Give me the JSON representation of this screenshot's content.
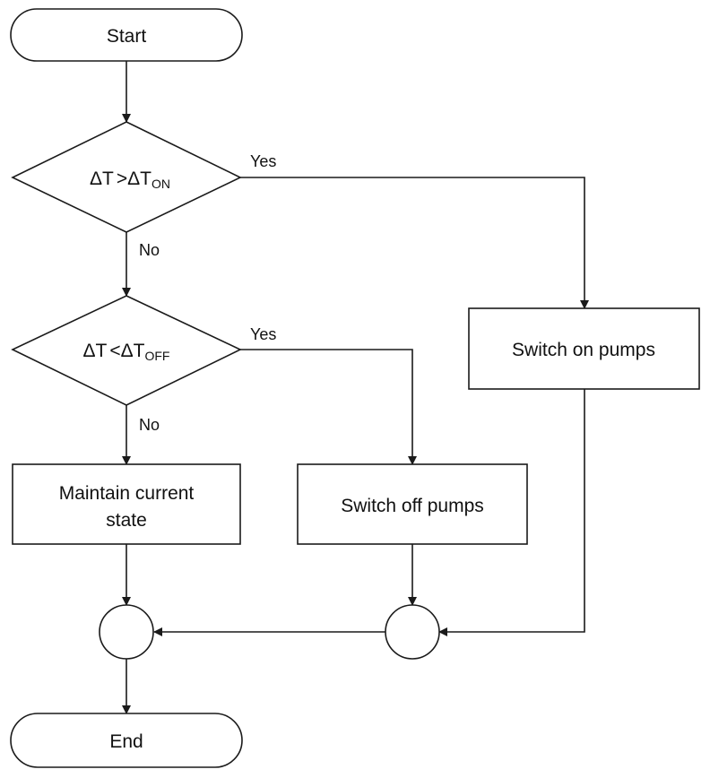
{
  "diagram": {
    "start": {
      "label": "Start"
    },
    "end": {
      "label": "End"
    },
    "decision_on": {
      "prefix": "ΔT",
      "op": ">",
      "symbol": "ΔT",
      "subscript": "ON"
    },
    "decision_off": {
      "prefix": "ΔT",
      "op": "<",
      "symbol": "ΔT",
      "subscript": "OFF"
    },
    "switch_on": {
      "label": "Switch on pumps"
    },
    "switch_off": {
      "label": "Switch off pumps"
    },
    "maintain": {
      "line1": "Maintain current",
      "line2": "state"
    },
    "edges": {
      "on_yes": "Yes",
      "on_no": "No",
      "off_yes": "Yes",
      "off_no": "No"
    }
  }
}
